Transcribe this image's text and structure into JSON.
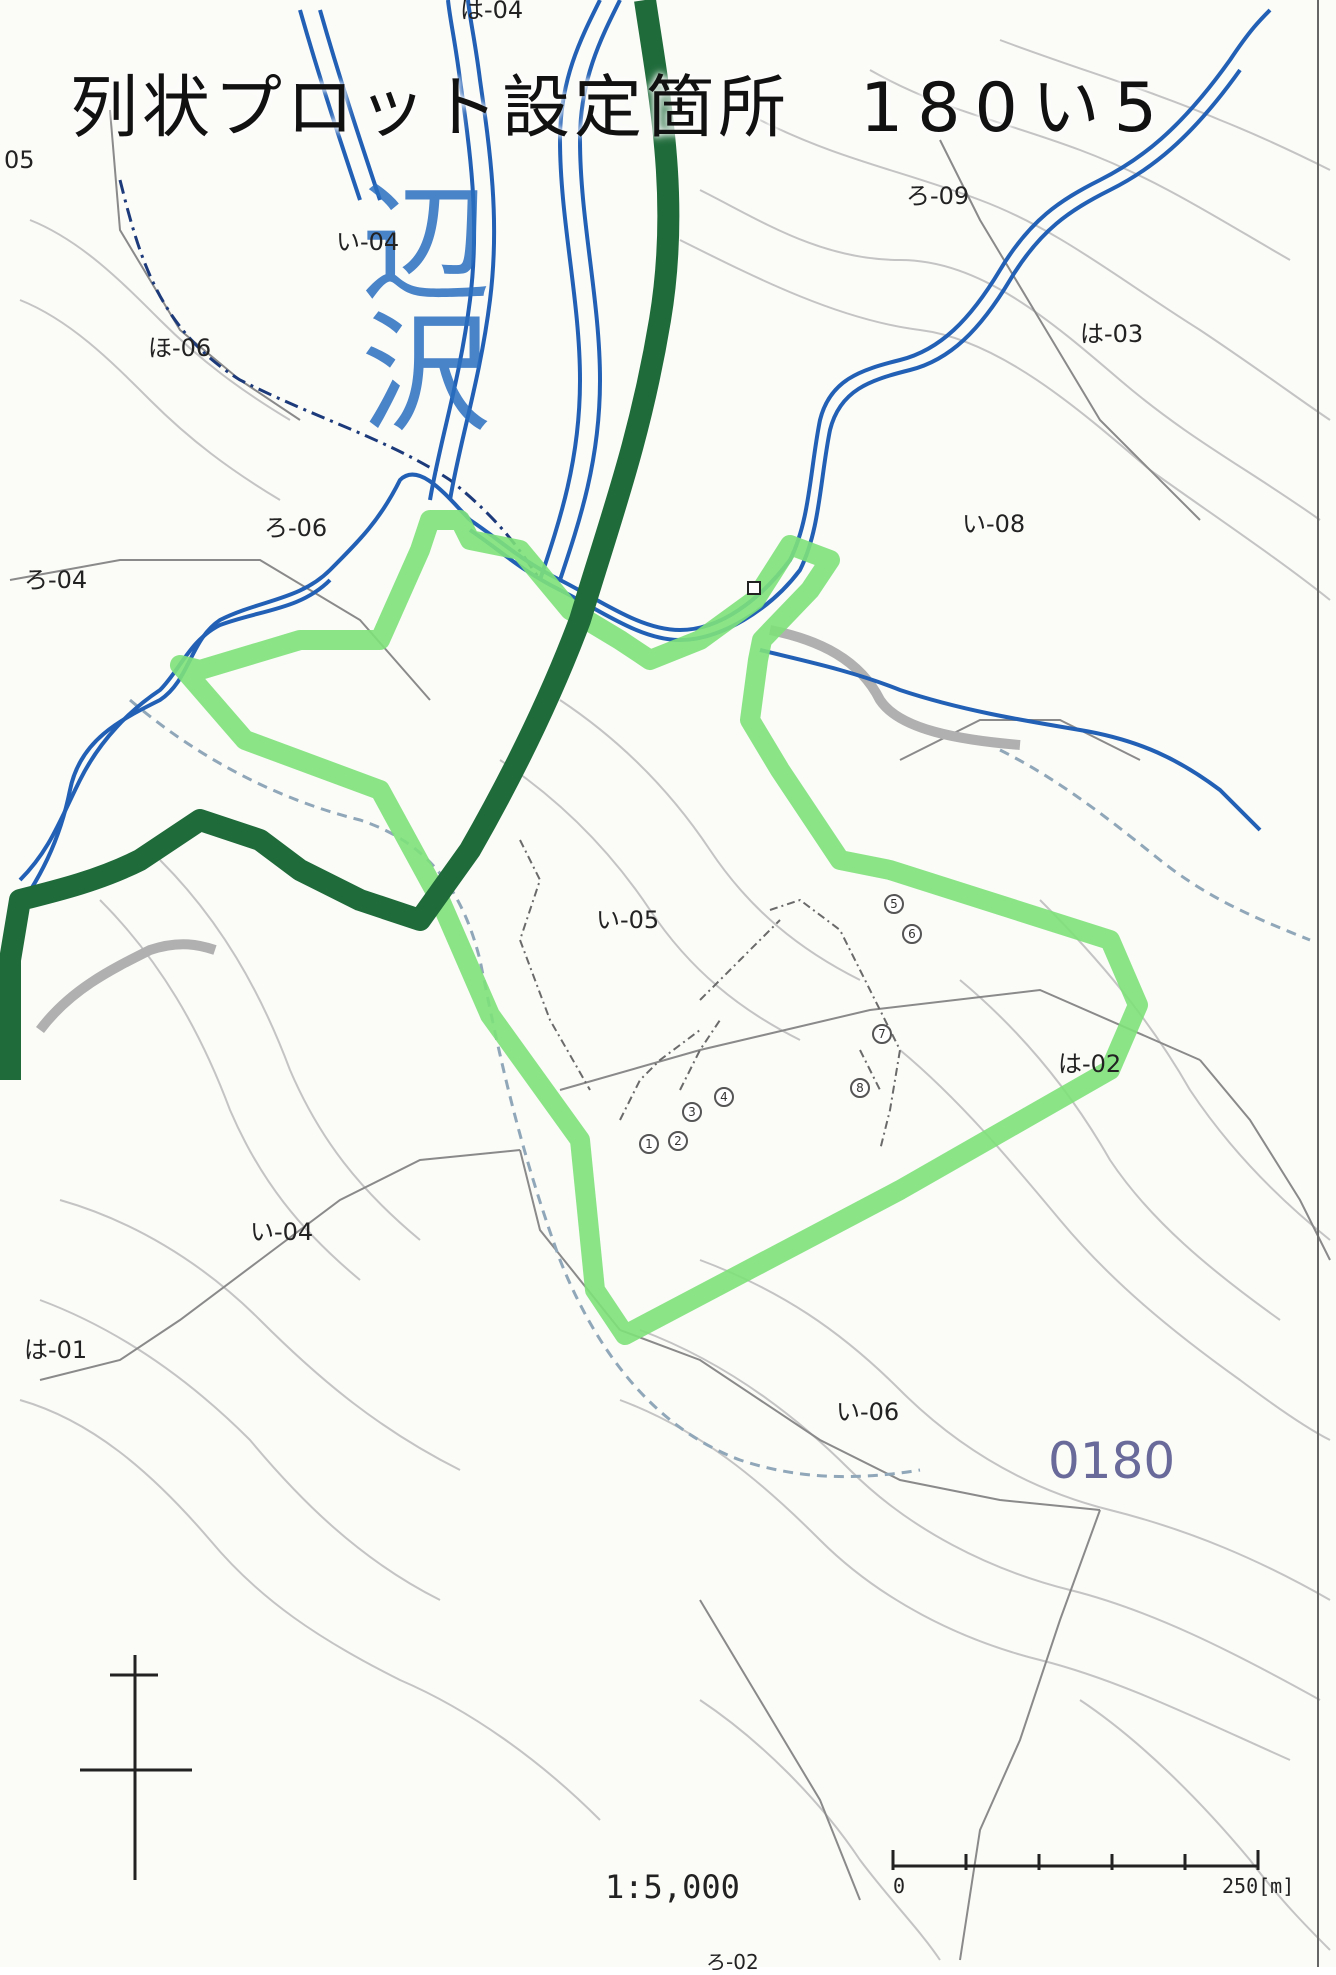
{
  "title": {
    "text": "列状プロット設定箇所",
    "compartment_code": "180い5"
  },
  "river_label": "辺沢",
  "parcels": [
    {
      "id": "i-04-top",
      "label": "い-04"
    },
    {
      "id": "ro-09",
      "label": "ろ-09"
    },
    {
      "id": "ha-03",
      "label": "は-03"
    },
    {
      "id": "ho-06",
      "label": "ほ-06"
    },
    {
      "id": "ro-06",
      "label": "ろ-06"
    },
    {
      "id": "ro-04",
      "label": "ろ-04"
    },
    {
      "id": "i-08",
      "label": "い-08"
    },
    {
      "id": "i-05",
      "label": "い-05"
    },
    {
      "id": "ha-02",
      "label": "は-02"
    },
    {
      "id": "i-04-bottom",
      "label": "い-04"
    },
    {
      "id": "ha-01",
      "label": "は-01"
    },
    {
      "id": "i-06",
      "label": "い-06"
    },
    {
      "id": "edge-05",
      "label": "05"
    },
    {
      "id": "edge-ha-04",
      "label": "は-04"
    },
    {
      "id": "edge-ro-02",
      "label": "ろ-02"
    }
  ],
  "compartment_number": "0180",
  "scale": {
    "ratio": "1:5,000",
    "start_label": "0",
    "end_label": "250[m]"
  },
  "plot_markers": [
    "1",
    "2",
    "3",
    "4",
    "5",
    "6",
    "7",
    "8"
  ],
  "colors": {
    "boundary_highlight": "#7ee27a",
    "ridge_line": "#1f6b3a",
    "river": "#2260b5",
    "contour": "#b9b9b9",
    "compartment_label": "#6a6a9a"
  }
}
